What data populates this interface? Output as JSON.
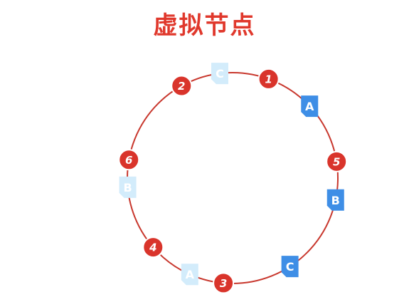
{
  "title": "虚拟节点",
  "colors": {
    "ring": "#c8372d",
    "node": "#d9342b",
    "title": "#e0382c",
    "file_real": "#3e8ee6",
    "file_virtual": "#d3ecfb"
  },
  "nodes": [
    {
      "label": "1",
      "angle_deg": -70
    },
    {
      "label": "2",
      "angle_deg": -119
    },
    {
      "label": "3",
      "angle_deg": 95
    },
    {
      "label": "4",
      "angle_deg": 139
    },
    {
      "label": "5",
      "angle_deg": -9
    },
    {
      "label": "6",
      "angle_deg": -170
    }
  ],
  "files": [
    {
      "label": "C",
      "kind": "virtual",
      "angle_deg": -97
    },
    {
      "label": "A",
      "kind": "real",
      "angle_deg": -43
    },
    {
      "label": "B",
      "kind": "real",
      "angle_deg": 12
    },
    {
      "label": "C",
      "kind": "real",
      "angle_deg": 57
    },
    {
      "label": "A",
      "kind": "virtual",
      "angle_deg": 114
    },
    {
      "label": "B",
      "kind": "virtual",
      "angle_deg": 175
    }
  ]
}
